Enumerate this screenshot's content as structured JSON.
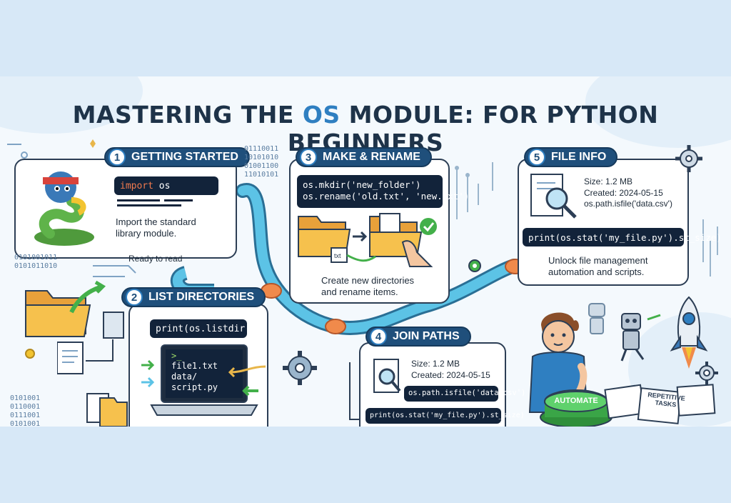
{
  "title": {
    "part1": "MASTERING THE ",
    "highlight": "OS",
    "part2": " MODULE: FOR PYTHON BEGINNERS"
  },
  "binary": {
    "top_center": "01110011\n10101010\n01001100\n11010101",
    "left_mid": "0101001011\n0101011010",
    "bottom_left": "0101001\n0110001\n0111001\n0101001"
  },
  "steps": [
    {
      "number": "1",
      "title": "GETTING STARTED",
      "code": "import os",
      "code_kw": "import",
      "code_rest": " os",
      "text": "Import the standard library module."
    },
    {
      "number": "2",
      "title": "LIST DIRECTORIES",
      "code": "print(os.listdir())",
      "terminal_prompt": ">_",
      "terminal_lines": [
        "file1.txt",
        "data/",
        "script.py"
      ]
    },
    {
      "number": "3",
      "title": "MAKE & RENAME",
      "code_lines": [
        "os.mkdir('new_folder')",
        "os.rename('old.txt', 'new.txt')"
      ],
      "file_label": "txt",
      "text": "Create new directories and rename items."
    },
    {
      "number": "4",
      "title": "JOIN PATHS",
      "meta": [
        "Size: 1.2 MB",
        "Created: 2024-05-15"
      ],
      "code_isfile": "os.path.isfile('data.csv')",
      "code_stat": "print(os.stat('my_file.py').st_size)"
    },
    {
      "number": "5",
      "title": "FILE INFO",
      "meta": [
        "Size: 1.2 MB",
        "Created: 2024-05-15",
        "os.path.isfile('data.csv')"
      ],
      "code": "print(os.stat('my_file.py').st_size)",
      "text": "Unlock file management automation and scripts."
    }
  ],
  "ready_label": "Ready to read",
  "automate_label": "AUTOMATE",
  "tasks_label": "REPETITIVE TASKS",
  "colors": {
    "dark": "#1f4f7b",
    "accent": "#2f7fc1",
    "pipe": "#4fb3d9",
    "orange": "#f08a4b",
    "green": "#43b04a"
  }
}
